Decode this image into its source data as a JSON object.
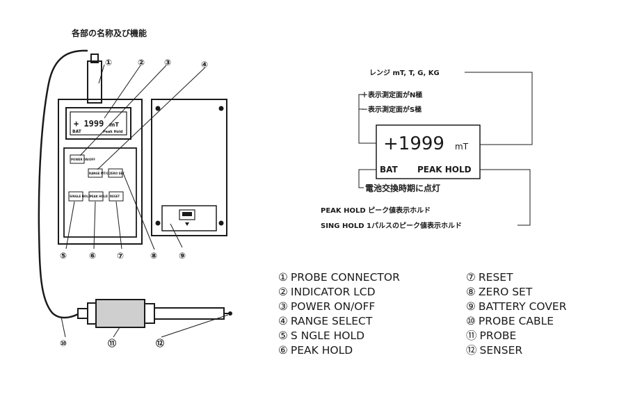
{
  "title": "各部の名称及び機能",
  "device": {
    "lcd_value": "+ 1999",
    "lcd_unit": "mT",
    "lcd_bat": "BAT",
    "lcd_peak": "Peak Hold",
    "power_button": "POWER ON/OFF",
    "range_button": "RANGE MT/G",
    "zero_button": "ZERO SET",
    "single_button": "SINGLE HOLD",
    "peak_button": "PEAK HOLD",
    "reset_button": "RESET"
  },
  "callout_numbers": [
    "①",
    "②",
    "③",
    "④",
    "⑤",
    "⑥",
    "⑦",
    "⑧",
    "⑨",
    "⑩",
    "⑪",
    "⑫"
  ],
  "lcd_detail": {
    "range_label": "レンジ mT, T, G, KG",
    "plus_label": "＋表示測定面がN極",
    "minus_label": "－表示測定面がS極",
    "value": "+1999",
    "unit": "mT",
    "bat": "BAT",
    "peak": "PEAK HOLD",
    "bat_note": "電池交換時期に点灯",
    "peak_note": "PEAK HOLD ピーク値表示ホルド",
    "sing_note": "SING HOLD 1パルスのピーク値表示ホルド"
  },
  "legend_left": [
    {
      "num": "①",
      "label": "PROBE  CONNECTOR"
    },
    {
      "num": "②",
      "label": "INDICATOR  LCD"
    },
    {
      "num": "③",
      "label": "POWER  ON/OFF"
    },
    {
      "num": "④",
      "label": "RANGE  SELECT"
    },
    {
      "num": "⑤",
      "label": "S NGLE  HOLD"
    },
    {
      "num": "⑥",
      "label": "PEAK  HOLD"
    }
  ],
  "legend_right": [
    {
      "num": "⑦",
      "label": "RESET"
    },
    {
      "num": "⑧",
      "label": "ZERO  SET"
    },
    {
      "num": "⑨",
      "label": "BATTERY  COVER"
    },
    {
      "num": "⑩",
      "label": "PROBE  CABLE"
    },
    {
      "num": "⑪",
      "label": "PROBE"
    },
    {
      "num": "⑫",
      "label": "SENSER"
    }
  ]
}
